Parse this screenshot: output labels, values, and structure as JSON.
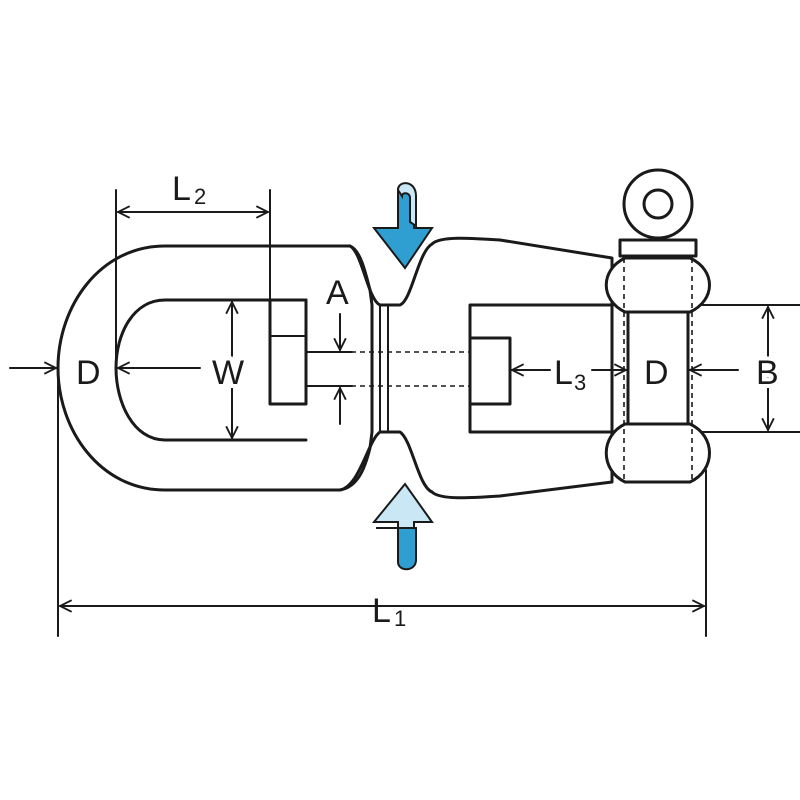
{
  "labels": {
    "L2_main": "L",
    "L2_sub": "2",
    "L1_main": "L",
    "L1_sub": "1",
    "L3_main": "L",
    "L3_sub": "3",
    "A": "A",
    "W": "W",
    "D_left": "D",
    "D_right": "D",
    "B": "B"
  },
  "colors": {
    "line": "#1a1a1a",
    "arrow_primary": "#2e9fd0",
    "arrow_highlight": "#c9e7f5"
  },
  "icons": {
    "top_arrow": "rotate-down-arrow-icon",
    "bottom_arrow": "rotate-up-arrow-icon"
  }
}
